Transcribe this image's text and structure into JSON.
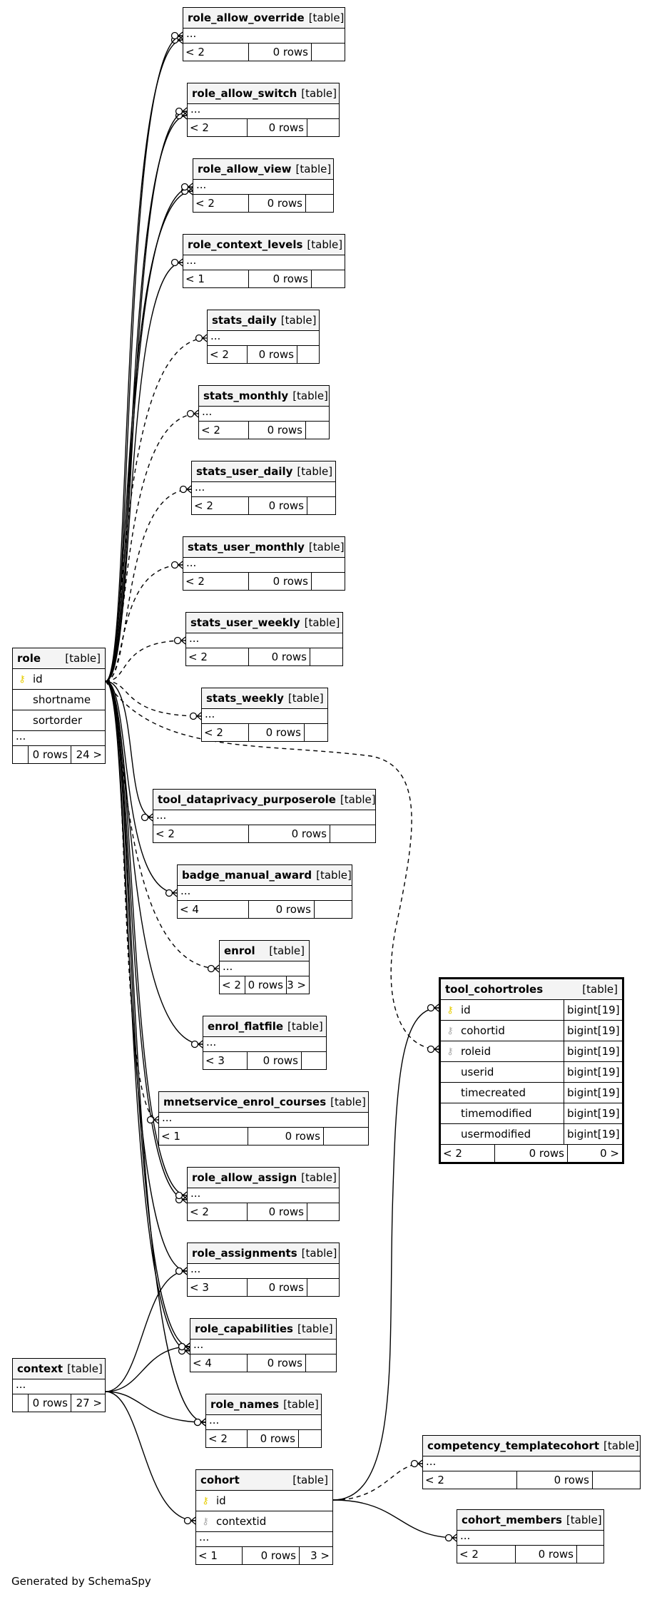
{
  "footer": "Generated by SchemaSpy",
  "type_label": "[table]",
  "colors": {
    "header_bg": "#f4f4f4",
    "pk_icon": "#e6cc00",
    "fk_icon": "#a8a8a8",
    "line": "#000000"
  },
  "tables": {
    "role_allow_override": {
      "name": "role_allow_override",
      "ellipsis": "...",
      "footer": [
        "< 2",
        "0 rows",
        ""
      ]
    },
    "role_allow_switch": {
      "name": "role_allow_switch",
      "ellipsis": "...",
      "footer": [
        "< 2",
        "0 rows",
        ""
      ]
    },
    "role_allow_view": {
      "name": "role_allow_view",
      "ellipsis": "...",
      "footer": [
        "< 2",
        "0 rows",
        ""
      ]
    },
    "role_context_levels": {
      "name": "role_context_levels",
      "ellipsis": "...",
      "footer": [
        "< 1",
        "0 rows",
        ""
      ]
    },
    "stats_daily": {
      "name": "stats_daily",
      "ellipsis": "...",
      "footer": [
        "< 2",
        "0 rows",
        ""
      ]
    },
    "stats_monthly": {
      "name": "stats_monthly",
      "ellipsis": "...",
      "footer": [
        "< 2",
        "0 rows",
        ""
      ]
    },
    "stats_user_daily": {
      "name": "stats_user_daily",
      "ellipsis": "...",
      "footer": [
        "< 2",
        "0 rows",
        ""
      ]
    },
    "stats_user_monthly": {
      "name": "stats_user_monthly",
      "ellipsis": "...",
      "footer": [
        "< 2",
        "0 rows",
        ""
      ]
    },
    "stats_user_weekly": {
      "name": "stats_user_weekly",
      "ellipsis": "...",
      "footer": [
        "< 2",
        "0 rows",
        ""
      ]
    },
    "stats_weekly": {
      "name": "stats_weekly",
      "ellipsis": "...",
      "footer": [
        "< 2",
        "0 rows",
        ""
      ]
    },
    "role": {
      "name": "role",
      "columns": [
        {
          "name": "id",
          "icon": "pk"
        },
        {
          "name": "shortname",
          "icon": "none"
        },
        {
          "name": "sortorder",
          "icon": "none"
        }
      ],
      "ellipsis": "...",
      "footer": [
        "",
        "0 rows",
        "24 >"
      ]
    },
    "tool_dataprivacy_purposerole": {
      "name": "tool_dataprivacy_purposerole",
      "ellipsis": "...",
      "footer": [
        "< 2",
        "0 rows",
        ""
      ]
    },
    "badge_manual_award": {
      "name": "badge_manual_award",
      "ellipsis": "...",
      "footer": [
        "< 4",
        "0 rows",
        ""
      ]
    },
    "enrol": {
      "name": "enrol",
      "ellipsis": "...",
      "footer": [
        "< 2",
        "0 rows",
        "3 >"
      ]
    },
    "enrol_flatfile": {
      "name": "enrol_flatfile",
      "ellipsis": "...",
      "footer": [
        "< 3",
        "0 rows",
        ""
      ]
    },
    "tool_cohortroles": {
      "name": "tool_cohortroles",
      "columns": [
        {
          "name": "id",
          "type": "bigint[19]",
          "icon": "pk"
        },
        {
          "name": "cohortid",
          "type": "bigint[19]",
          "icon": "fk"
        },
        {
          "name": "roleid",
          "type": "bigint[19]",
          "icon": "fk"
        },
        {
          "name": "userid",
          "type": "bigint[19]",
          "icon": "none"
        },
        {
          "name": "timecreated",
          "type": "bigint[19]",
          "icon": "none"
        },
        {
          "name": "timemodified",
          "type": "bigint[19]",
          "icon": "none"
        },
        {
          "name": "usermodified",
          "type": "bigint[19]",
          "icon": "none"
        }
      ],
      "footer": [
        "< 2",
        "0 rows",
        "0 >"
      ]
    },
    "mnetservice_enrol_courses": {
      "name": "mnetservice_enrol_courses",
      "ellipsis": "...",
      "footer": [
        "< 1",
        "0 rows",
        ""
      ]
    },
    "role_allow_assign": {
      "name": "role_allow_assign",
      "ellipsis": "...",
      "footer": [
        "< 2",
        "0 rows",
        ""
      ]
    },
    "role_assignments": {
      "name": "role_assignments",
      "ellipsis": "...",
      "footer": [
        "< 3",
        "0 rows",
        ""
      ]
    },
    "role_capabilities": {
      "name": "role_capabilities",
      "ellipsis": "...",
      "footer": [
        "< 4",
        "0 rows",
        ""
      ]
    },
    "context": {
      "name": "context",
      "ellipsis": "...",
      "footer": [
        "",
        "0 rows",
        "27 >"
      ]
    },
    "role_names": {
      "name": "role_names",
      "ellipsis": "...",
      "footer": [
        "< 2",
        "0 rows",
        ""
      ]
    },
    "competency_templatecohort": {
      "name": "competency_templatecohort",
      "ellipsis": "...",
      "footer": [
        "< 2",
        "0 rows",
        ""
      ]
    },
    "cohort": {
      "name": "cohort",
      "columns": [
        {
          "name": "id",
          "icon": "pk"
        },
        {
          "name": "contextid",
          "icon": "fk"
        }
      ],
      "ellipsis": "...",
      "footer": [
        "< 1",
        "0 rows",
        "3 >"
      ]
    },
    "cohort_members": {
      "name": "cohort_members",
      "ellipsis": "...",
      "footer": [
        "< 2",
        "0 rows",
        ""
      ]
    }
  }
}
